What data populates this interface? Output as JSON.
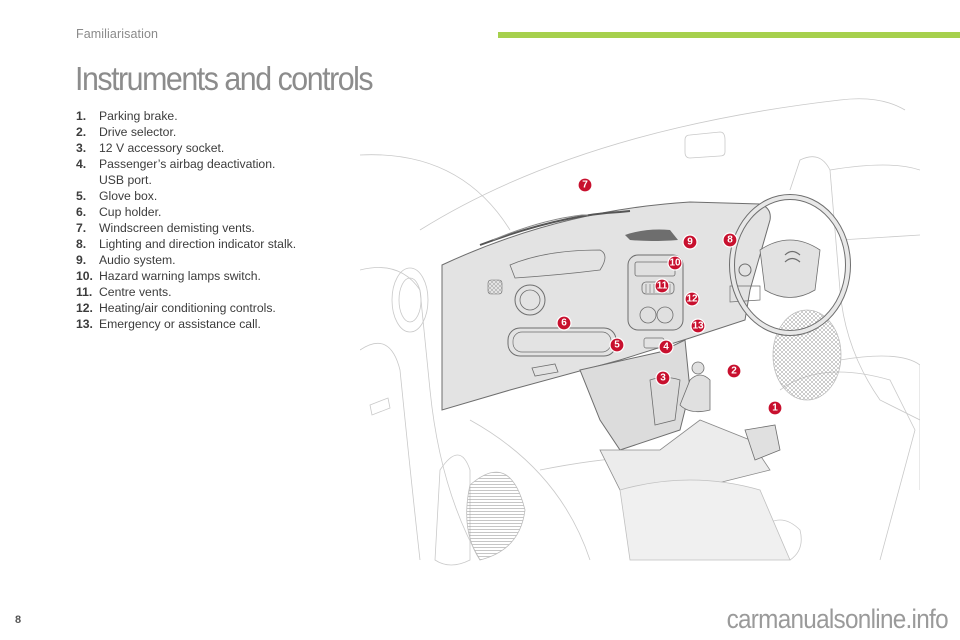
{
  "header": {
    "section": "Familiarisation",
    "accent_color": "#a6d04d"
  },
  "page": {
    "title": "Instruments and controls",
    "number": "8"
  },
  "legend": [
    {
      "num": "1.",
      "lines": [
        "Parking brake."
      ]
    },
    {
      "num": "2.",
      "lines": [
        "Drive selector."
      ]
    },
    {
      "num": "3.",
      "lines": [
        "12 V accessory socket."
      ]
    },
    {
      "num": "4.",
      "lines": [
        "Passenger’s airbag deactivation.",
        "USB port."
      ]
    },
    {
      "num": "5.",
      "lines": [
        "Glove box."
      ]
    },
    {
      "num": "6.",
      "lines": [
        "Cup holder."
      ]
    },
    {
      "num": "7.",
      "lines": [
        "Windscreen demisting vents."
      ]
    },
    {
      "num": "8.",
      "lines": [
        "Lighting and direction indicator stalk."
      ]
    },
    {
      "num": "9.",
      "lines": [
        "Audio system."
      ]
    },
    {
      "num": "10.",
      "lines": [
        "Hazard warning lamps switch."
      ]
    },
    {
      "num": "11.",
      "lines": [
        "Centre vents."
      ]
    },
    {
      "num": "12.",
      "lines": [
        "Heating/air conditioning controls."
      ]
    },
    {
      "num": "13.",
      "lines": [
        "Emergency or assistance call."
      ]
    }
  ],
  "illustration": {
    "callout_color": "#c8102e",
    "callouts": [
      "1",
      "2",
      "3",
      "4",
      "5",
      "6",
      "7",
      "8",
      "9",
      "10",
      "11",
      "12",
      "13"
    ]
  },
  "footer": {
    "watermark": "carmanualsonline.info"
  }
}
